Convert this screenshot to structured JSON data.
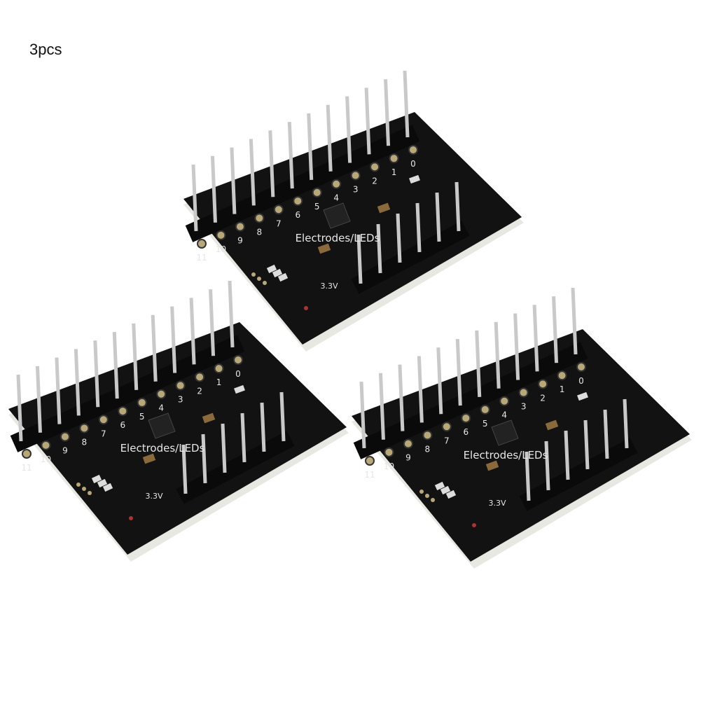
{
  "caption": "3pcs",
  "board": {
    "label": "Electrodes/LEDs",
    "pin_numbers": [
      "0",
      "1",
      "2",
      "3",
      "4",
      "5",
      "6",
      "7",
      "8",
      "9",
      "10",
      "11"
    ],
    "voltage_label": "3.3V",
    "main_pin_count": 12,
    "side_pin_count": 6
  },
  "quantity": 3,
  "colors": {
    "pcb": "#121212",
    "pcb_edge": "#e8e8e2",
    "pin": "#c9c9c9",
    "header": "#0a0a0a",
    "pad": "#b8a878"
  }
}
